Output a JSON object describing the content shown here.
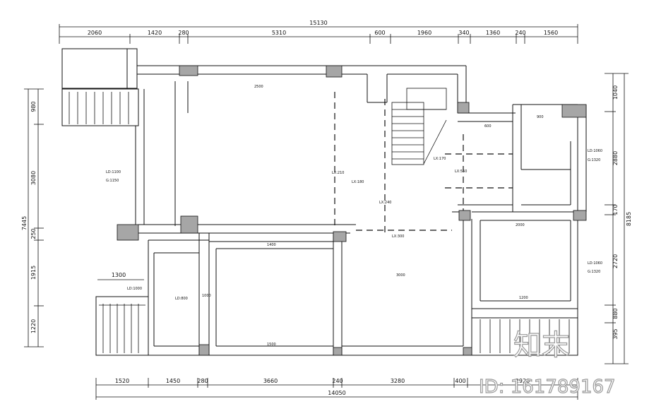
{
  "dimensions": {
    "top_total": "15130",
    "top_segments": [
      "2060",
      "1420",
      "280",
      "5310",
      "600",
      "1960",
      "340",
      "1360",
      "240",
      "1560"
    ],
    "bottom_total": "14050",
    "bottom_segments": [
      "1520",
      "1450",
      "280",
      "3660",
      "240",
      "3280",
      "400",
      "2920"
    ],
    "left_total": "7445",
    "left_segments": [
      "980",
      "3080",
      "250",
      "1915",
      "1220"
    ],
    "right_total": "8185",
    "right_segments": [
      "1040",
      "2880",
      "170",
      "2720",
      "880",
      "395"
    ],
    "inner_1300": "1300"
  },
  "annotations": {
    "ld_1100": "LD:1100",
    "g_1150": "G:1150",
    "ld_1000": "LD:1000",
    "ld_800": "LD:800",
    "ld_1060_a": "LD:1060",
    "g_1320_a": "G:1320",
    "ld_1060_b": "LD:1060",
    "g_1320_b": "G:1320",
    "lx_210": "LX:210",
    "lx_180": "LX:180",
    "lx_240": "LX:240",
    "lx_300": "LX:300",
    "lx_550": "LX:550",
    "lx_170": "LX:170",
    "room_3000": "3000",
    "label_1000": "1000",
    "label_2500": "2500",
    "label_1400": "1400",
    "label_1500": "1500",
    "label_2000": "2000",
    "label_1200": "1200",
    "label_900": "900",
    "label_600": "600"
  },
  "watermark": {
    "logo_text": "知末",
    "id_text": "ID: 161789167"
  },
  "colors": {
    "line": "#111111",
    "column": "#a6a6a6",
    "watermark_stroke": "#9a9a9a"
  }
}
